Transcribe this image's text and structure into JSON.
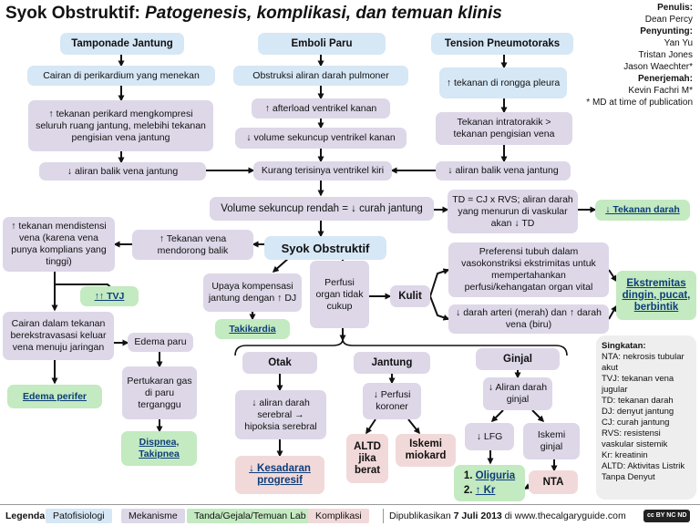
{
  "header": {
    "title_plain": "Syok Obstruktif:",
    "title_italic": "Patogenesis, komplikasi, dan temuan klinis"
  },
  "credits": {
    "penulis_label": "Penulis:",
    "penulis": "Dean Percy",
    "penyunting_label": "Penyunting:",
    "penyunting_1": "Yan Yu",
    "penyunting_2": "Tristan Jones",
    "penyunting_3": "Jason Waechter*",
    "penerjemah_label": "Penerjemah:",
    "penerjemah": "Kevin Fachri M*",
    "note": "* MD at time of publication"
  },
  "columns": {
    "tamponade": "Tamponade Jantung",
    "emboli": "Emboli Paru",
    "tension": "Tension Pneumotoraks"
  },
  "boxes": {
    "t1": "Cairan di perikardium yang menekan",
    "t2": "↑ tekanan perikard mengkompresi seluruh ruang jantung, melebihi tekanan pengisian vena jantung",
    "t3": "↓ aliran balik vena jantung",
    "e1": "Obstruksi aliran darah pulmoner",
    "e2": "↑ afterload ventrikel kanan",
    "e3": "↓ volume sekuncup ventrikel kanan",
    "kurang": "Kurang terisinya ventrikel kiri",
    "p1": "↑ tekanan di rongga pleura",
    "p2": "Tekanan intratorakik > tekanan pengisian vena",
    "p3": "↓ aliran balik vena jantung",
    "volume": "Volume sekuncup rendah = ↓ curah jantung",
    "td": "TD = CJ x RVS; aliran darah yang menurun di vaskular akan ↓ TD",
    "tekanan_darah": "↓ Tekanan darah",
    "syok": "Syok Obstruktif",
    "tekanan_vena": "↑ Tekanan vena mendorong balik",
    "mendistensi": "↑ tekanan mendistensi vena (karena vena punya komplians yang tinggi)",
    "tvj": "↑↑ TVJ",
    "cairan_keluar": "Cairan dalam tekanan berekstravasasi keluar vena menuju jaringan",
    "edema_perifer": "Edema perifer",
    "edema_paru": "Edema paru",
    "pertukaran": "Pertukaran gas di paru terganggu",
    "dispnea": "Dispnea, Takipnea",
    "upaya": "Upaya kompensasi jantung dengan ↑ DJ",
    "takikardia": "Takikardia",
    "perfusi": "Perfusi organ tidak cukup",
    "kulit": "Kulit",
    "preferensi": "Preferensi tubuh dalam vasokonstriksi ekstrimitas untuk mempertahankan perfusi/kehangatan organ vital",
    "darah_arteri": "↓ darah arteri (merah) dan ↑ darah vena (biru)",
    "ekstremitas": "Ekstremitas dingin, pucat, berbintik",
    "otak": "Otak",
    "aliran_serebral": "↓ aliran darah serebral → hipoksia serebral",
    "kesadaran": "↓ Kesadaran progresif",
    "jantung": "Jantung",
    "perfusi_koroner": "↓ Perfusi koroner",
    "altd": "ALTD jika berat",
    "iskemi_miokard": "Iskemi miokard",
    "ginjal": "Ginjal",
    "aliran_ginjal": "↓ Aliran darah ginjal",
    "lfg": "↓ LFG",
    "iskemi_ginjal": "Iskemi ginjal",
    "nta": "NTA",
    "oliguria": "Oliguria",
    "kr": "↑ Kr",
    "num1": "1.",
    "num2": "2."
  },
  "glossary": {
    "title": "Singkatan:",
    "items": [
      "NTA: nekrosis tubular akut",
      "TVJ: tekanan vena jugular",
      "TD: tekanan darah",
      "DJ: denyut jantung",
      "CJ: curah jantung",
      "RVS: resistensi vaskular sistemik",
      "Kr: kreatinin",
      "ALTD: Aktivitas Listrik Tanpa Denyut"
    ]
  },
  "legend": {
    "label": "Legenda:",
    "patofisiologi": "Patofisiologi",
    "mekanisme": "Mekanisme",
    "tanda": "Tanda/Gejala/Temuan Lab",
    "komplikasi": "Komplikasi",
    "publikasi_pre": "Dipublikasikan",
    "publikasi_date": "7 Juli 2013",
    "publikasi_post": "di www.thecalgaryguide.com",
    "license": "cc BY NC ND"
  },
  "colors": {
    "patofisiologi": "#d6e7f6",
    "mekanisme": "#ddd7e8",
    "tanda": "#c3eac0",
    "komplikasi": "#f2d9d9"
  }
}
